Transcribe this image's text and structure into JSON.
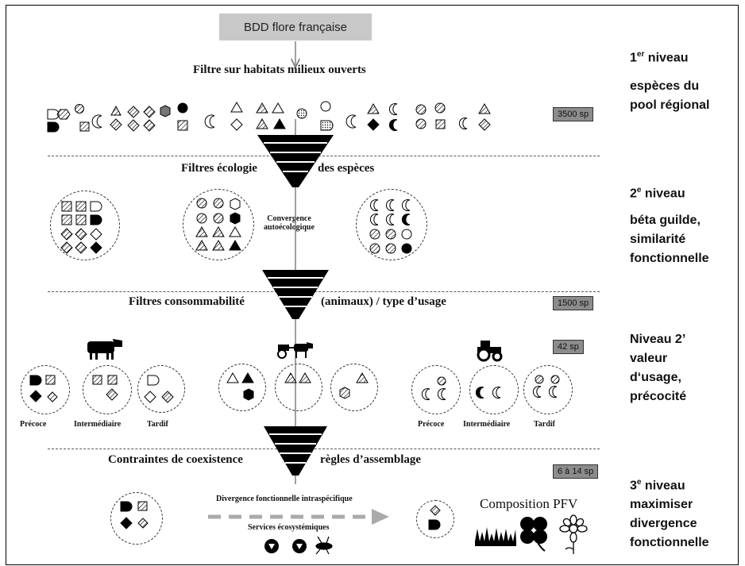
{
  "database_label": "BDD flore française",
  "filters": {
    "habitat": "Filtre sur habitats milieux ouverts",
    "ecology_left": "Filtres écologie",
    "ecology_right": "des espèces",
    "consumability_left": "Filtres consommabilité",
    "consumability_right": "(animaux) / type d’usage",
    "coexistence_left": "Contraintes de coexistence",
    "coexistence_right": "règles d’assemblage"
  },
  "levels": {
    "level1": {
      "line1_pre": "1",
      "line1_sup": "er",
      "line1_post": " niveau",
      "line2": "espèces du",
      "line3": "pool régional"
    },
    "level2": {
      "line1_pre": "2",
      "line1_sup": "e",
      "line1_post": " niveau",
      "line2": "béta guilde,",
      "line3": "similarité",
      "line4": "fonctionnelle"
    },
    "level2b": {
      "line1": "Niveau 2’",
      "line2": "valeur",
      "line3": "d‘usage,",
      "line4": "précocité"
    },
    "level3": {
      "line1_pre": "3",
      "line1_sup": "e",
      "line1_post": " niveau",
      "line2": "maximiser",
      "line3": "divergence",
      "line4": "fonctionnelle"
    }
  },
  "counts": {
    "pool": "3500 sp",
    "consumable": "1500 sp",
    "usage": "42 sp",
    "final": "6 à 14 sp"
  },
  "convergence": {
    "line1": "Convergence",
    "line2": "autoécologique"
  },
  "phenology": {
    "left": [
      "Précoce",
      "Intermédiaire",
      "Tardif"
    ],
    "right": [
      "Précoce",
      "Intermédiaire",
      "Tardif"
    ]
  },
  "bottom": {
    "divergence": "Divergence fonctionnelle intraspécifique",
    "services": "Services écosystémiques",
    "composition": "Composition PFV"
  },
  "icons": [
    "cow-icon",
    "ox-plow-icon",
    "tractor-icon",
    "grass-icon",
    "clover-icon",
    "flower-icon",
    "bee-icon",
    "funnel-icon"
  ],
  "colors": {
    "count_box": "#8c8c8c",
    "db_box": "#c8c8c8",
    "arrow": "#aaaaaa"
  }
}
